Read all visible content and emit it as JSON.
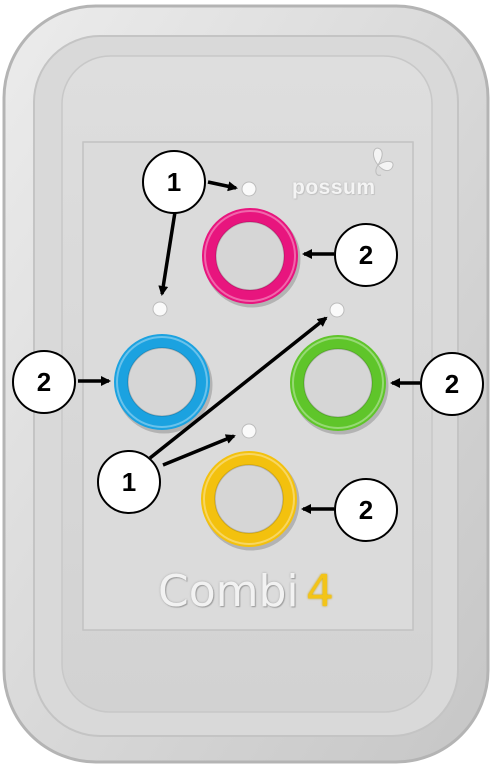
{
  "device": {
    "brand": "possum",
    "product_name": "Combi",
    "product_number": "4"
  },
  "buttons": [
    {
      "color_name": "magenta",
      "color": "#e8157e"
    },
    {
      "color_name": "blue",
      "color": "#1ba2e0"
    },
    {
      "color_name": "green",
      "color": "#5fc52a"
    },
    {
      "color_name": "yellow",
      "color": "#f3c10e"
    }
  ],
  "callouts": {
    "led_label": "1",
    "button_label": "2"
  }
}
